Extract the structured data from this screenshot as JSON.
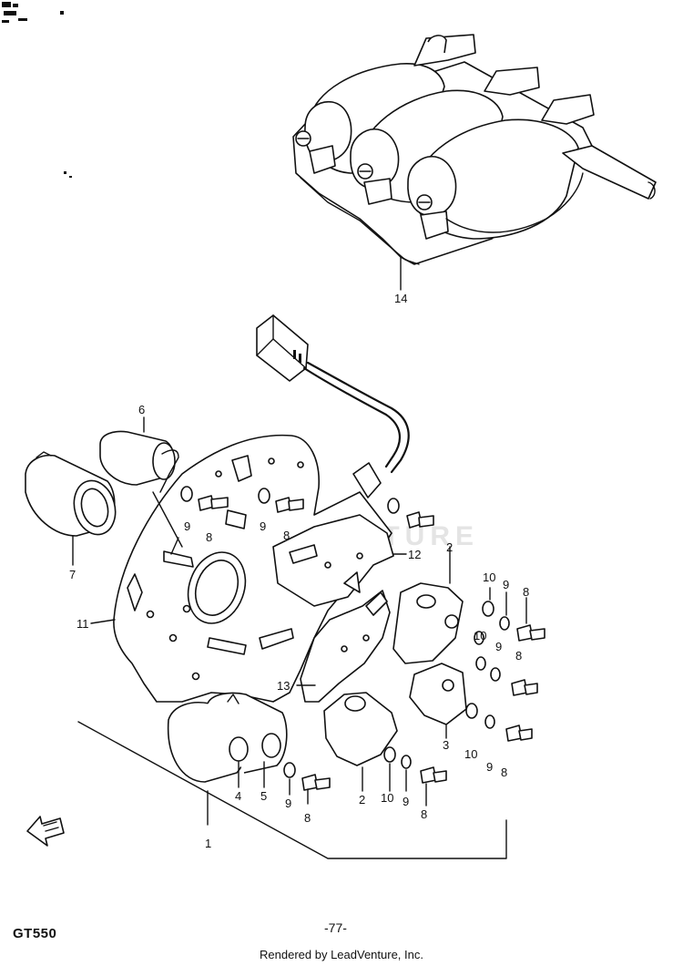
{
  "diagram": {
    "model": "GT550",
    "page_number": "-77-",
    "footer": "Rendered by LeadVenture, Inc.",
    "watermark": "LEADVENTURE",
    "callouts": {
      "c14": "14",
      "c6": "6",
      "c7": "7",
      "c11": "11",
      "c12": "12",
      "c13": "13",
      "c1": "1",
      "c2a": "2",
      "c2b": "2",
      "c3": "3",
      "c4": "4",
      "c5": "5",
      "c9a": "9",
      "c8a": "8",
      "c9b": "9",
      "c8b": "8",
      "c10a": "10",
      "c9c": "9",
      "c8c": "8",
      "c10b": "10",
      "c9d": "9",
      "c8d": "8",
      "c10c": "10",
      "c9e": "9",
      "c8e": "8",
      "c9f": "9",
      "c8f": "8",
      "c10d": "10",
      "c9g": "9",
      "c8g": "8"
    }
  }
}
